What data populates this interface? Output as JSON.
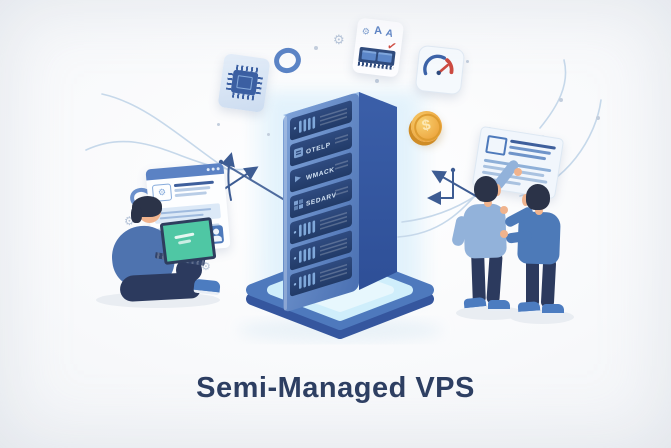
{
  "title": "Semi-Managed VPS",
  "server_tower": {
    "slot_labels": [
      "OTELP",
      "WMACK",
      "SEDARV"
    ]
  },
  "badge_card": {
    "letter_a1": "A",
    "letter_a2": "A",
    "check": "✓"
  },
  "coin": {
    "symbol": "$"
  },
  "icons": {
    "gear": "⚙",
    "browser_doc": "⚙"
  },
  "colors": {
    "accent_blue": "#4d7ab8",
    "server_front": "#5d85c3",
    "server_slot": "#2e4a7e",
    "base_glow": "#cfeefb",
    "title_navy": "#2d3e62",
    "coin_gold": "#eda63f",
    "laptop_screen_teal": "#4fc7a4",
    "alert_red": "#cf4a3f",
    "wire_blue": "#c6d8ea",
    "arrow_navy": "#3d5c93"
  }
}
